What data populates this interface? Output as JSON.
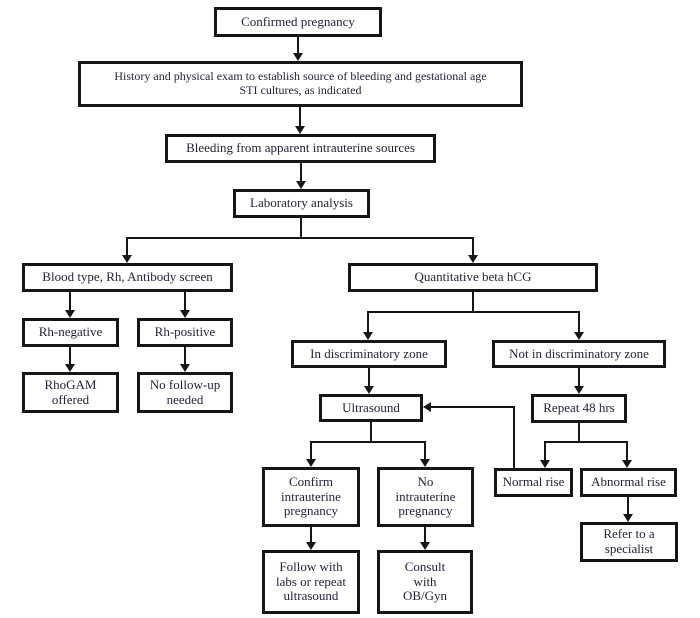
{
  "figure": {
    "type": "flowchart",
    "background": "#ffffff",
    "line_color": "#161616",
    "text_color": "#22223a"
  },
  "nodes": [
    {
      "id": "confirmed-pregnancy",
      "label": "Confirmed pregnancy"
    },
    {
      "id": "history-exam",
      "label": "History and physical exam to establish source of bleeding and gestational age\nSTI cultures, as indicated"
    },
    {
      "id": "bleeding-intrauterine",
      "label": "Bleeding from apparent intrauterine sources"
    },
    {
      "id": "laboratory-analysis",
      "label": "Laboratory analysis"
    },
    {
      "id": "blood-type-screen",
      "label": "Blood type, Rh, Antibody screen"
    },
    {
      "id": "rh-negative",
      "label": "Rh-negative"
    },
    {
      "id": "rh-positive",
      "label": "Rh-positive"
    },
    {
      "id": "rhogam-offered",
      "label": "RhoGAM\noffered"
    },
    {
      "id": "no-follow-up-needed",
      "label": "No follow-up\nneeded"
    },
    {
      "id": "quantitative-beta-hcg",
      "label": "Quantitative beta hCG"
    },
    {
      "id": "in-discriminatory-zone",
      "label": "In discriminatory zone"
    },
    {
      "id": "not-in-discriminatory-zone",
      "label": "Not in discriminatory zone"
    },
    {
      "id": "ultrasound",
      "label": "Ultrasound"
    },
    {
      "id": "repeat-48-hrs",
      "label": "Repeat 48 hrs"
    },
    {
      "id": "confirm-intrauterine",
      "label": "Confirm\nintrauterine\npregnancy"
    },
    {
      "id": "no-intrauterine",
      "label": "No\nintrauterine\npregnancy"
    },
    {
      "id": "normal-rise",
      "label": "Normal rise"
    },
    {
      "id": "abnormal-rise",
      "label": "Abnormal rise"
    },
    {
      "id": "refer-specialist",
      "label": "Refer to a\nspecialist"
    },
    {
      "id": "follow-labs-ultrasound",
      "label": "Follow with\nlabs or repeat\nultrasound"
    },
    {
      "id": "consult-obgyn",
      "label": "Consult\nwith\nOB/Gyn"
    }
  ]
}
